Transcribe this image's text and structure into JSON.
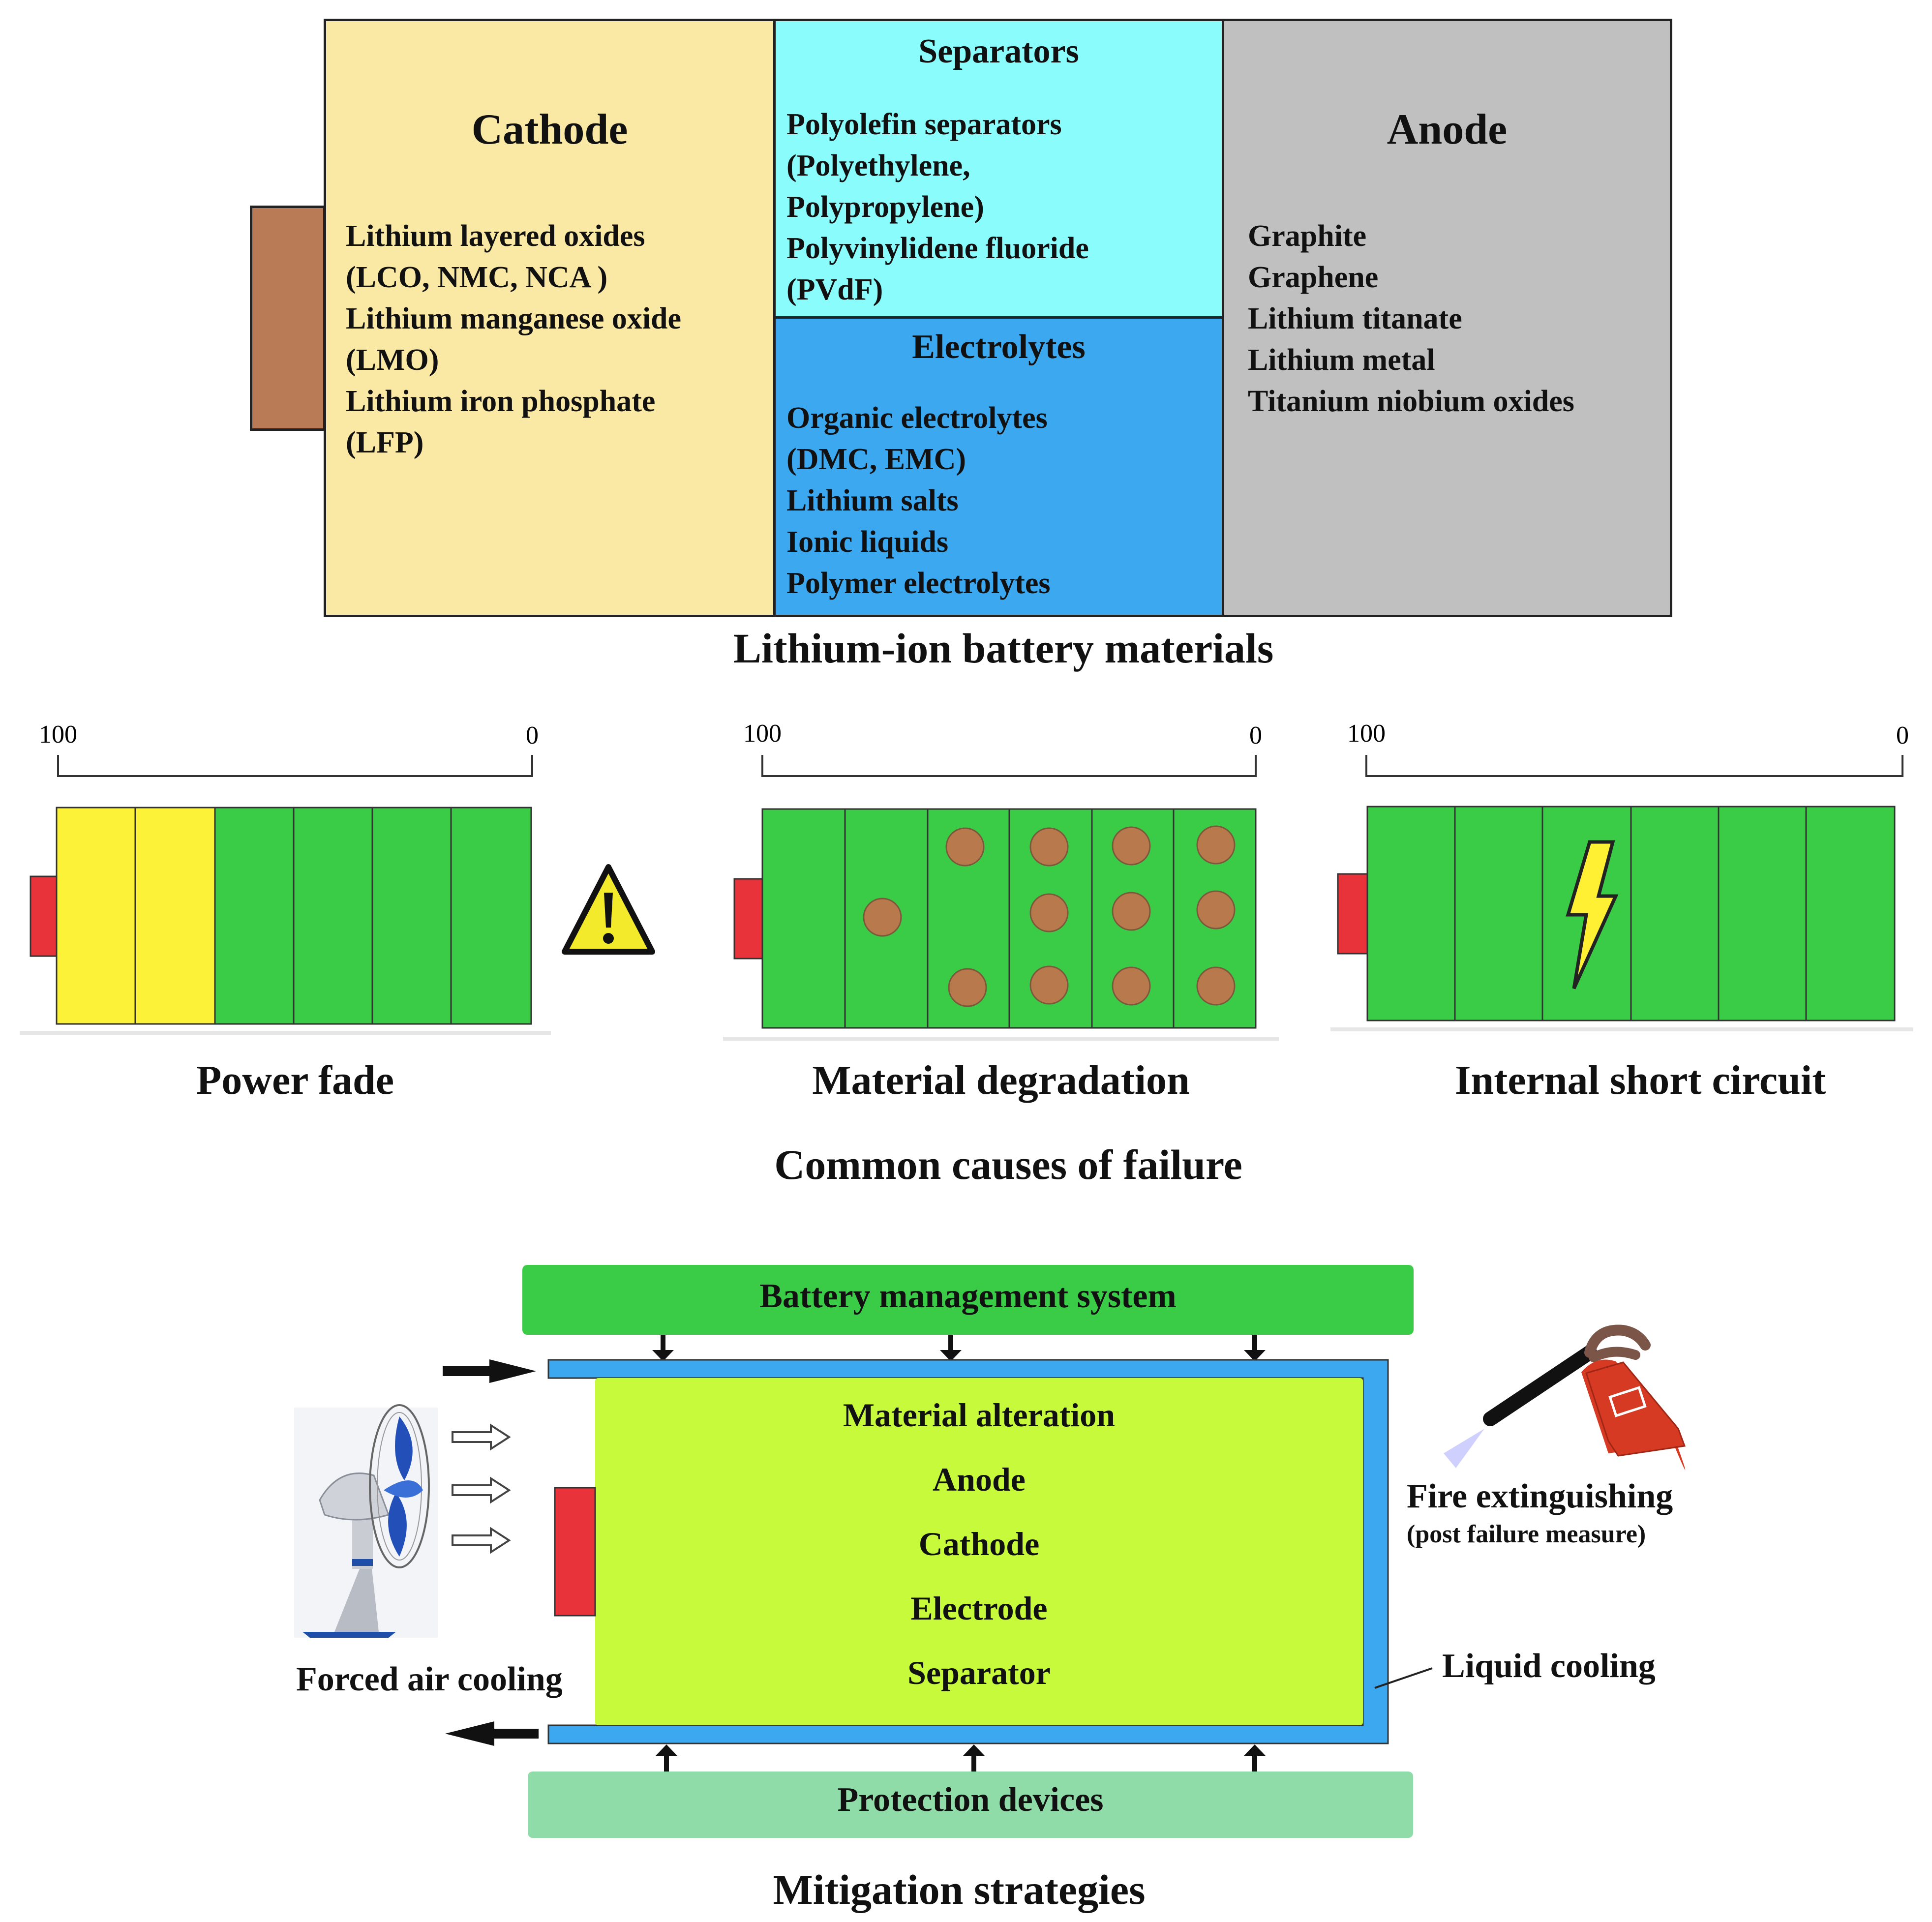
{
  "materials": {
    "cathode": {
      "title": "Cathode",
      "items": [
        "Lithium layered oxides",
        "(LCO, NMC, NCA )",
        "Lithium manganese oxide",
        "(LMO)",
        "Lithium iron phosphate",
        "(LFP)"
      ]
    },
    "separators": {
      "title": "Separators",
      "items": [
        "Polyolefin separators",
        "(Polyethylene,",
        "Polypropylene)",
        "Polyvinylidene fluoride",
        "(PVdF)"
      ]
    },
    "electrolytes": {
      "title": "Electrolytes",
      "items": [
        "Organic electrolytes",
        "(DMC, EMC)",
        "Lithium salts",
        "Ionic liquids",
        "Polymer electrolytes"
      ]
    },
    "anode": {
      "title": "Anode",
      "items": [
        "Graphite",
        "Graphene",
        "Lithium titanate",
        "Lithium metal",
        "Titanium niobium oxides"
      ]
    },
    "caption": "Lithium-ion battery materials",
    "colors": {
      "cathode": "#fae8a5",
      "separators": "#8bfcfc",
      "electrolytes": "#3ba8f0",
      "anode": "#c0c0c0",
      "tab": "#b87b55"
    }
  },
  "failure": {
    "scale": {
      "left": "100",
      "right": "0"
    },
    "power_fade": {
      "label": "Power fade",
      "yellow_cells": 2,
      "total_cells": 6
    },
    "degradation": {
      "label": "Material degradation",
      "particles_per_cell": [
        0,
        1,
        2,
        3,
        3,
        3
      ]
    },
    "short_circuit": {
      "label": "Internal short circuit",
      "bolt_cell": 3
    },
    "caption": "Common causes of failure",
    "warning_icon": "warning-triangle-icon",
    "colors": {
      "cell": "#3acc47",
      "faded": "#fcf238",
      "terminal": "#e8333a",
      "particle": "#b8794d",
      "bolt": "#fff033"
    }
  },
  "mitigation": {
    "bms": "Battery management system",
    "center_items": [
      "Material alteration",
      "Anode",
      "Cathode",
      "Electrode",
      "Separator"
    ],
    "protection": "Protection devices",
    "forced_air": "Forced air cooling",
    "fire_title": "Fire extinguishing",
    "fire_sub": "(post failure measure)",
    "liquid": "Liquid cooling",
    "caption": "Mitigation strategies",
    "icons": [
      "fan-icon",
      "fire-extinguisher-icon"
    ],
    "colors": {
      "bms": "#3acc47",
      "protection": "#90dca8",
      "core": "#c6fa3a",
      "cooling": "#3ba8f0",
      "terminal": "#e8333a"
    }
  }
}
